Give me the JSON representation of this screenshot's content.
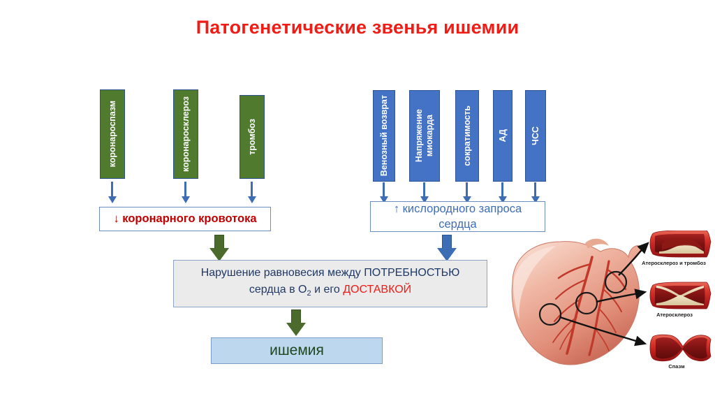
{
  "slide": {
    "title": "Патогенетические звенья ишемии",
    "title_color": "#F01C16",
    "background": "#ffffff"
  },
  "colors": {
    "green_box": "#507B2E",
    "blue_box": "#4472C4",
    "arrow_blue": "#3C6DB5",
    "arrow_green": "#4B6B2D",
    "red_text": "#C00000",
    "navy_text": "#1F3864",
    "ischemia_fill": "#BDD7EE",
    "ischemia_text": "#1E4620",
    "imbalance_fill": "#EBEBEB"
  },
  "supply_branch": {
    "boxes": [
      {
        "label": "коронароспазм"
      },
      {
        "label": "коронаросклероз"
      },
      {
        "label": "тромбоз"
      }
    ],
    "result": {
      "arrow": "↓",
      "text": "коронарного кровотока",
      "full": "↓ коронарного кровотока"
    }
  },
  "demand_branch": {
    "boxes": [
      {
        "label": "Венозный возврат"
      },
      {
        "label": "Напряжение\nмиокарда"
      },
      {
        "label": "сократимость"
      },
      {
        "label": "АД"
      },
      {
        "label": "ЧСС"
      }
    ],
    "result": {
      "arrow": "↑",
      "line1": "↑ кислородного запроса",
      "line2": "сердца",
      "full": "↑ кислородного запроса сердца"
    }
  },
  "imbalance": {
    "line1_prefix": "Нарушение равновесия между ",
    "line1_caps": "ПОТРЕБНОСТЬЮ",
    "line2_prefix": "сердца в O",
    "line2_sub": "2",
    "line2_mid": " и его ",
    "line2_red": "ДОСТАВКОЙ"
  },
  "outcome": {
    "label": "ишемия"
  },
  "illustration": {
    "heart_alt": "anatomical heart with coronary arteries",
    "vessels": [
      {
        "label": "Атеросклероз и тромбоз"
      },
      {
        "label": "Атеросклероз"
      },
      {
        "label": "Спазм"
      }
    ]
  }
}
